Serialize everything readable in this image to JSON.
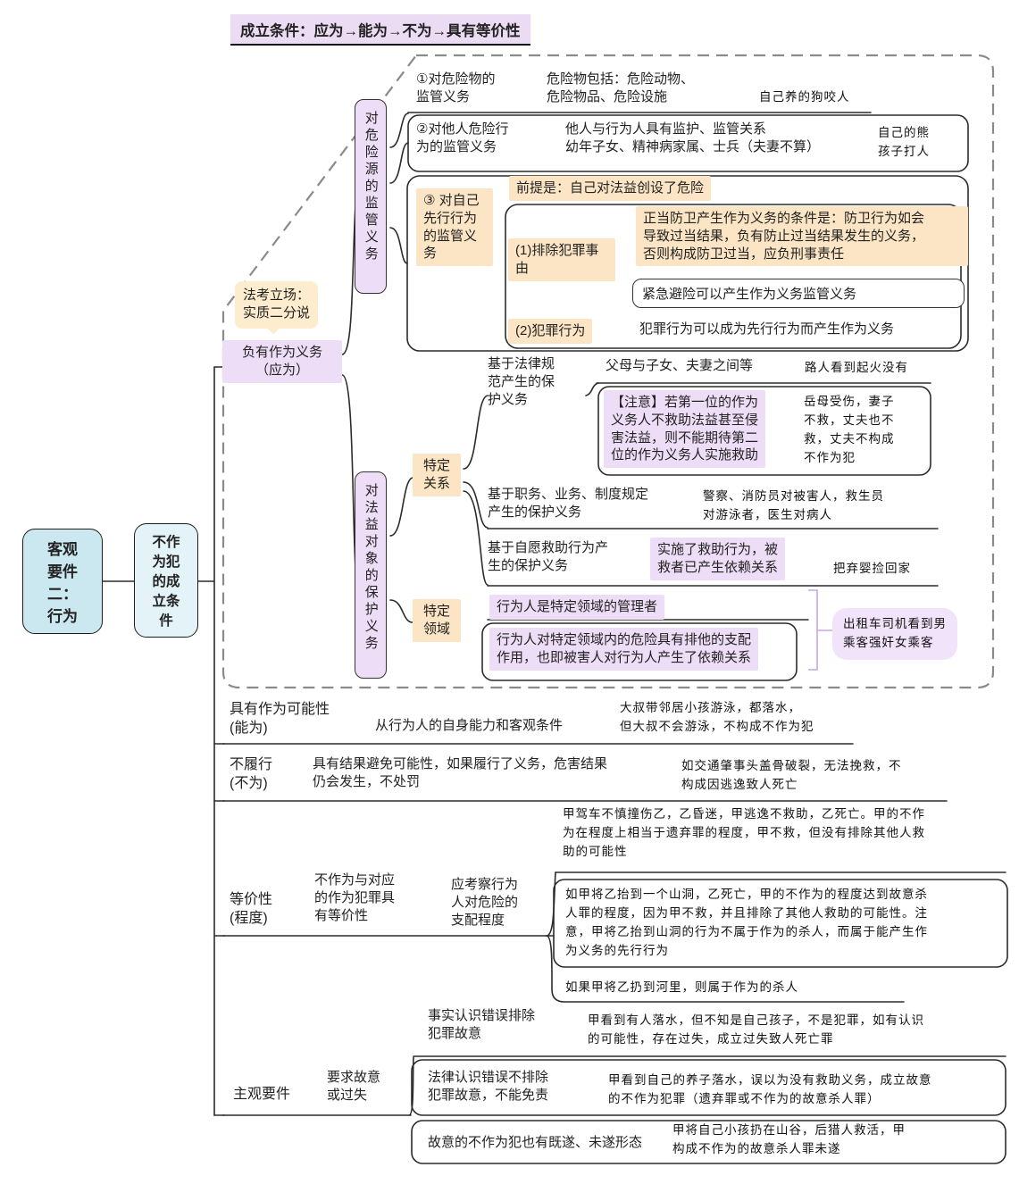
{
  "title": "成立条件：应为→能为→不为→具有等价性",
  "left": {
    "objective": "客观\n要件\n二：\n行为",
    "root": "不作\n为犯\n的成\n立条\n件"
  },
  "obligation": {
    "label": "负有作为义务\n（应为）",
    "exam_position": "法考立场：\n实质二分说",
    "source": {
      "label": "对危险源的监管义务",
      "item1": {
        "label": "①对危险物的\n监管义务",
        "note": "危险物包括：危险动物、\n危险物品、危险设施",
        "example": "自己养的狗咬人"
      },
      "item2": {
        "label": "②对他人危险行\n为的监管义务",
        "note": "他人与行为人具有监护、监管关系\n幼年子女、精神病家属、士兵（夫妻不算）",
        "example": "自己的熊\n孩子打人"
      },
      "item3": {
        "label": "③ 对自己\n先行行为\n的监管义\n务",
        "premise": "前提是：自己对法益创设了危险",
        "exclusion": {
          "label": "(1)排除犯罪事\n由",
          "defense": "正当防卫产生作为义务的条件是：防卫行为如会\n导致过当结果，负有防止过当结果发生的义务，\n否则构成防卫过当，应负刑事责任",
          "necessity": "紧急避险可以产生作为义务监管义务"
        },
        "crime": {
          "label": "(2)犯罪行为",
          "note": "犯罪行为可以成为先行行为而产生作为义务"
        }
      }
    },
    "object": {
      "label": "对法益对象的保护义务",
      "relation": {
        "label": "特定\n关系",
        "law": {
          "label": "基于法律规\n范产生的保\n护义务",
          "note": "父母与子女、夫妻之间等",
          "example": "路人看到起火没有",
          "notice": "【注意】若第一位的作为\n义务人不救助法益甚至侵\n害法益，则不能期待第二\n位的作为义务人实施救助",
          "notice_example": "岳母受伤，妻子\n不救，丈夫也不\n救，丈夫不构成\n不作为犯"
        },
        "job": {
          "label": "基于职务、业务、制度规定\n产生的保护义务",
          "example": "警察、消防员对被害人，救生员\n对游泳者，医生对病人"
        },
        "voluntary": {
          "label": "基于自愿救助行为产\n生的保护义务",
          "note": "实施了救助行为，被\n救者已产生依赖关系",
          "example": "把弃婴捡回家"
        }
      },
      "field": {
        "label": "特定\n领域",
        "manager": "行为人是特定领域的管理者",
        "control": "行为人对特定领域内的危险具有排他的支配\n作用，也即被害人对行为人产生了依赖关系",
        "example": "出租车司机看到男\n乘客强奸女乘客"
      }
    }
  },
  "possibility": {
    "label": "具有作为可能性\n(能为)",
    "note": "从行为人的自身能力和客观条件",
    "example": "大叔带邻居小孩游泳，都落水，\n但大叔不会游泳，不构成不作为犯"
  },
  "nonperformance": {
    "label": "不履行\n(不为)",
    "note": "具有结果避免可能性，如果履行了义务，危害结果\n仍会发生，不处罚",
    "example": "如交通肇事头盖骨破裂，无法挽救，不\n构成因逃逸致人死亡"
  },
  "equivalence": {
    "label": "等价性\n(程度)",
    "note1": "不作为与对应\n的作为犯罪具\n有等价性",
    "note2": "应考察行为\n人对危险的\n支配程度",
    "example1": "甲驾车不慎撞伤乙，乙昏迷，甲逃逸不救助，乙死亡。甲的不作\n为在程度上相当于遗弃罪的程度，甲不救，但没有排除其他人救\n助的可能性",
    "example2": "如甲将乙抬到一个山洞，乙死亡，甲的不作为的程度达到故意杀\n人罪的程度，因为甲不救，并且排除了其他人救助的可能性。注\n意，甲将乙抬到山洞的行为不属于作为的杀人，而属于能产生作\n为义务的先行行为",
    "example3": "如果甲将乙扔到河里，则属于作为的杀人"
  },
  "subjective": {
    "label": "主观要件",
    "note": "要求故意\n或过失",
    "fact_error": {
      "label": "事实认识错误排除\n犯罪故意",
      "example": "甲看到有人落水，但不知是自己孩子，不是犯罪，如有认识\n的可能性，存在过失，成立过失致人死亡罪"
    },
    "law_error": {
      "label": "法律认识错误不排除\n犯罪故意，不能免责",
      "example": "甲看到自己的养子落水，误以为没有救助义务，成立故意\n的不作为犯罪（遗弃罪或不作为的故意杀人罪）"
    },
    "forms": {
      "label": "故意的不作为犯也有既遂、未遂形态",
      "example": "甲将自己小孩扔在山谷，后猎人救活，甲\n构成不作为的故意杀人罪未遂"
    }
  },
  "colors": {
    "node_purple": "#eeddf6",
    "node_orange": "#fce5c4",
    "callout_orange": "#fdeccd",
    "root_blue": "#cbe7f0",
    "root_blue_light": "#e3f3f8",
    "bubble_purple": "#f1e3f9",
    "line": "#2b2b2b",
    "dashed_border": "#8a8a8a",
    "bracket_purple": "#c9a6dd"
  }
}
